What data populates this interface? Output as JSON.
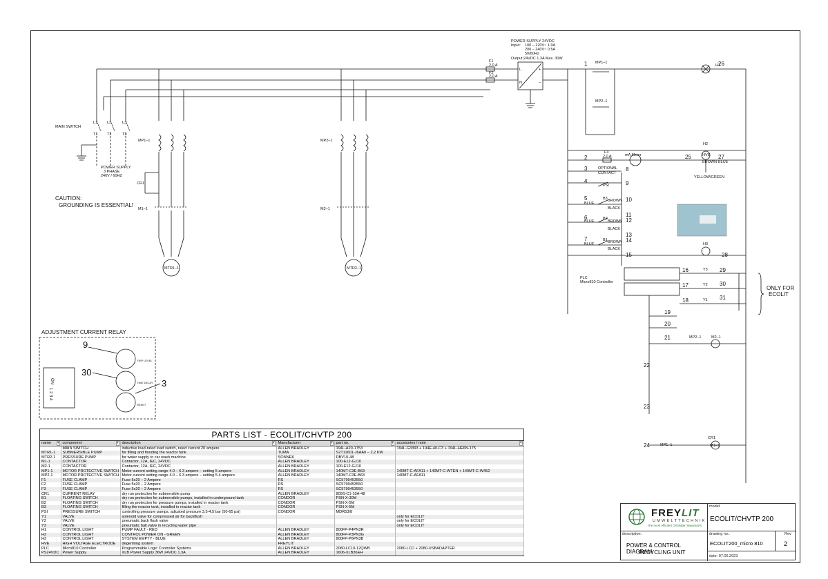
{
  "schematic": {
    "power_supply": {
      "title": "POWER SUPPLY 24VDC",
      "input_label": "Input:",
      "input_line1": "100 – 120V~ 1.0A",
      "input_line2": "200 – 240V~ 0.5A",
      "input_line3": "50/60Hz",
      "output": "Output:24VDC 1.3A Max. 30W",
      "terminal_l": "L",
      "terminal_n": "N",
      "terminal_plus": "+",
      "terminal_minus": "–"
    },
    "fuses": {
      "f1": "F1",
      "f1_rating": "2,0 A",
      "f2": "F2",
      "f2_rating": "2,0 A",
      "f3": "F3",
      "f3_rating": "2,0 A"
    },
    "main_switch": "MAIN SWITCH",
    "supply_label_1": "POWER SUPPLY",
    "supply_label_2": "3 PHASE",
    "supply_label_3": "240V / 60HZ",
    "caution_1": "CAUTION:",
    "caution_2": "GROUNDING IS ESSENTIAL!",
    "terms": {
      "l1": "L1",
      "l2": "L2",
      "l3": "L3",
      "t1": "T1",
      "t2": "T2",
      "t3": "T3"
    },
    "mp1": "MP1–1",
    "mp2": "MP2–1",
    "cr1": "CR1",
    "m1": "M1–1",
    "m2": "M2–1",
    "mtr1": "MTR1–1",
    "mtr2": "MTR2–1",
    "ma_meter": "mA Meter",
    "optional_contact_1": "OPTIONAL",
    "optional_contact_2": "CONTACT",
    "yellow_green": "YELLOW/GREEN",
    "psi": "PSI",
    "blue": "BLUE",
    "brown": "BROWN",
    "black": "BLACK",
    "hve": "HVE",
    "plc_1": "PLC",
    "plc_2": "Micro810 Controller",
    "only_for_1": "ONLY FOR",
    "only_for_2": "ECOLIT",
    "adjustment_title": "ADJUSTMENT CURRENT RELAY",
    "callouts": {
      "c9": "9",
      "c30": "30",
      "c3": "3"
    },
    "dip_on": "ON",
    "dip_numbers": "1 2 3 4",
    "dial_labels": [
      "TRIP LEVEL",
      "TIME DELAY",
      "RESET"
    ],
    "rung_numbers": [
      "1",
      "2",
      "3",
      "4",
      "5",
      "6",
      "7",
      "8",
      "9",
      "10",
      "11",
      "12",
      "13",
      "14",
      "15",
      "16",
      "17",
      "18",
      "19",
      "20",
      "21",
      "22",
      "23",
      "24",
      "25",
      "26",
      "27",
      "28",
      "29",
      "30",
      "31"
    ],
    "devices": {
      "h1": "H1",
      "h2": "H2",
      "h3": "H3",
      "y1": "Y1",
      "y2": "Y2",
      "y3": "Y3",
      "b1": "B1",
      "b2": "B2",
      "b3": "B3",
      "mp1_1": "MP1–1",
      "mp2_1": "MP2–1",
      "m2_1": "M2–1",
      "m1_1": "M1–1",
      "cr1": "CR1"
    }
  },
  "parts_list": {
    "title": "PARTS LIST - ECOLIT/CHVTP 200",
    "columns": [
      "name",
      "component",
      "description",
      "Manufacturer",
      "part no.",
      "accesories / note"
    ],
    "rows": [
      [
        "",
        "MAIN SWITCH",
        "inductive load-rated load switch, rated current 20 ampere",
        "ALLEN BRADLEY",
        "194L-A20-1753",
        "194L-G3393 + 194E-40-C3 + 194L-HE6N-175"
      ],
      [
        "MTR1-1",
        "SUBMERSIBLE PUMP",
        "for filling and flooding the reactor tank",
        "TUMA",
        "S2T11601-J6AA0 – 2,2 KW",
        ""
      ],
      [
        "MTR2-1",
        "PRESSURE PUMP",
        "for water supply to car wash machine",
        "SONNEK",
        "DBV10-48",
        ""
      ],
      [
        "M1-1",
        "CONTACTOR",
        "Contactor, 12A, IEC, 24VDC",
        "ALLEN BRADLEY",
        "100-E12-GJ10",
        ""
      ],
      [
        "M2-1",
        "CONTACTOR",
        "Contactor, 12A, IEC, 24VDC",
        "ALLEN BRADLEY",
        "100-E12-GJ10",
        ""
      ],
      [
        "MP1-1",
        "MOTOR PROTECTIVE SWITCH",
        "Motor current setting range 4.0 – 6.3 ampere – setting 5 ampere",
        "ALLEN BRADLEY",
        "140MT-C3E-B63",
        "140MT-C-AFA11 + 140MT-C-WTEN + 140MT-C-W452"
      ],
      [
        "MP2-1",
        "MOTOR PROTECTIVE SWITCH",
        "Motor current setting range 4.0 – 6.3 ampere – setting 5.4 ampere",
        "ALLEN BRADLEY",
        "140MT-C3E-B63",
        "140MT-C-AFA11"
      ],
      [
        "F1",
        "FUSE CLAMP",
        "Fuse 5x20 – 2 Ampere",
        "RS",
        "SC5790453550",
        ""
      ],
      [
        "F2",
        "FUSE CLAMP",
        "Fuse 5x20 – 2 Ampere",
        "RS",
        "SC5790453550",
        ""
      ],
      [
        "F3",
        "FUSE CLAMP",
        "Fuse 5x20 – 2 Ampere",
        "RS",
        "SC5790453550",
        ""
      ],
      [
        "CR1",
        "CURRENT RELAY",
        "dry run protection for submersible pump",
        "ALLEN BRADLEY",
        "809S-C1-10A-48",
        ""
      ],
      [
        "B1",
        "FLOATING SWITCH",
        "dry run protection for submersible pumps, installed in underground tank",
        "CONDOR",
        "PSN-X-30M",
        ""
      ],
      [
        "B2",
        "FLOATING SWITCH",
        "dry run protection for pressure pumps, installed in reactor tank",
        "CONDOR",
        "PSN-X-5M",
        ""
      ],
      [
        "B3",
        "FLOATING SWITCH",
        "filling the reactor tank, installed in reactor tank",
        "CONDOR",
        "PSN-X-5M",
        ""
      ],
      [
        "PSI",
        "PRESSURE SWITCH",
        "controlling pressure pumps, adjusted pressure 3,5-4,5 bar (50-65 psi)",
        "CONDOR",
        "MDR53/8",
        ""
      ],
      [
        "Y1",
        "VALVE",
        "solenoid valve for compressed air for backflush",
        "",
        "",
        "only for ECOLIT"
      ],
      [
        "Y2",
        "VALVE",
        "pneumatic back flush valve",
        "",
        "",
        "only for ECOLIT"
      ],
      [
        "Y3",
        "VALVE",
        "pneumatic ball valve in recycling water pipe",
        "",
        "",
        "only for ECOLIT"
      ],
      [
        "H1",
        "CONTROL LIGHT",
        "PUMP FAULT - RED",
        "ALLEN BRADLEY",
        "800FP-P4PN3R",
        ""
      ],
      [
        "H2",
        "CONTROL LIGHT",
        "CONTROL POWER ON - GREEN",
        "ALLEN BRADLEY",
        "800FP-P3PN3G",
        ""
      ],
      [
        "H3",
        "CONTROL LIGHT",
        "SYSTEM EMPTY - BLUE",
        "ALLEN BRADLEY",
        "800FP-P6PN3B",
        ""
      ],
      [
        "HVE",
        "HIGH VOLTAGE ELECTRODE",
        "degerming system",
        "FREYLIT",
        "",
        ""
      ],
      [
        "PLC",
        "Micro810 Controller",
        "Programmable Logic Controller Systems",
        "ALLEN BRADLEY",
        "2080-LC10-12QWB",
        "2080-LCD + 2080-USBADAPTER"
      ],
      [
        "PS24VDC",
        "Power Supply",
        "XLB Power Supply 36W 24VDC 1.3A",
        "ALLEN BRADLEY",
        "1606-XLB36EH",
        ""
      ]
    ]
  },
  "title_block": {
    "logo_free": "FREY",
    "logo_lit": "LIT",
    "logo_sub": "UMWELTTECHNIK",
    "logo_tagline": "the most efficient Oil Water Separators",
    "model_label": "model:",
    "model_value": "ECOLIT/CHVTP 200",
    "description_label": "description:",
    "description_line1": "POWER & CONTROL DIAGRAM",
    "description_line2": "RECYCLING UNIT",
    "drawing_label": "drawing no.:",
    "drawing_value": "ECOLIT200_micro 810",
    "rev_label": "Rev",
    "rev_value": "2",
    "date_value": "date: 07.06.2023"
  },
  "colors": {
    "line": "#111111",
    "header_fill": "#d9d9d9",
    "brand_green": "#2f7a3a",
    "inset_blue": "#9fc3cf"
  }
}
